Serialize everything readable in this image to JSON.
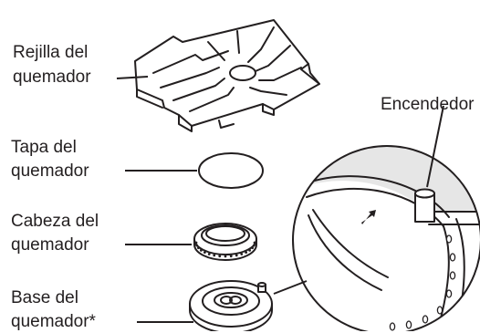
{
  "labels": {
    "grate": [
      "Rejilla del",
      "quemador"
    ],
    "cap": [
      "Tapa del",
      "quemador"
    ],
    "head": [
      "Cabeza del",
      "quemador"
    ],
    "base": [
      "Base del",
      "quemador*"
    ],
    "igniter": "Encendedor"
  },
  "colors": {
    "ink": "#231f20",
    "background": "#ffffff",
    "shade": "#e6e6e6"
  }
}
